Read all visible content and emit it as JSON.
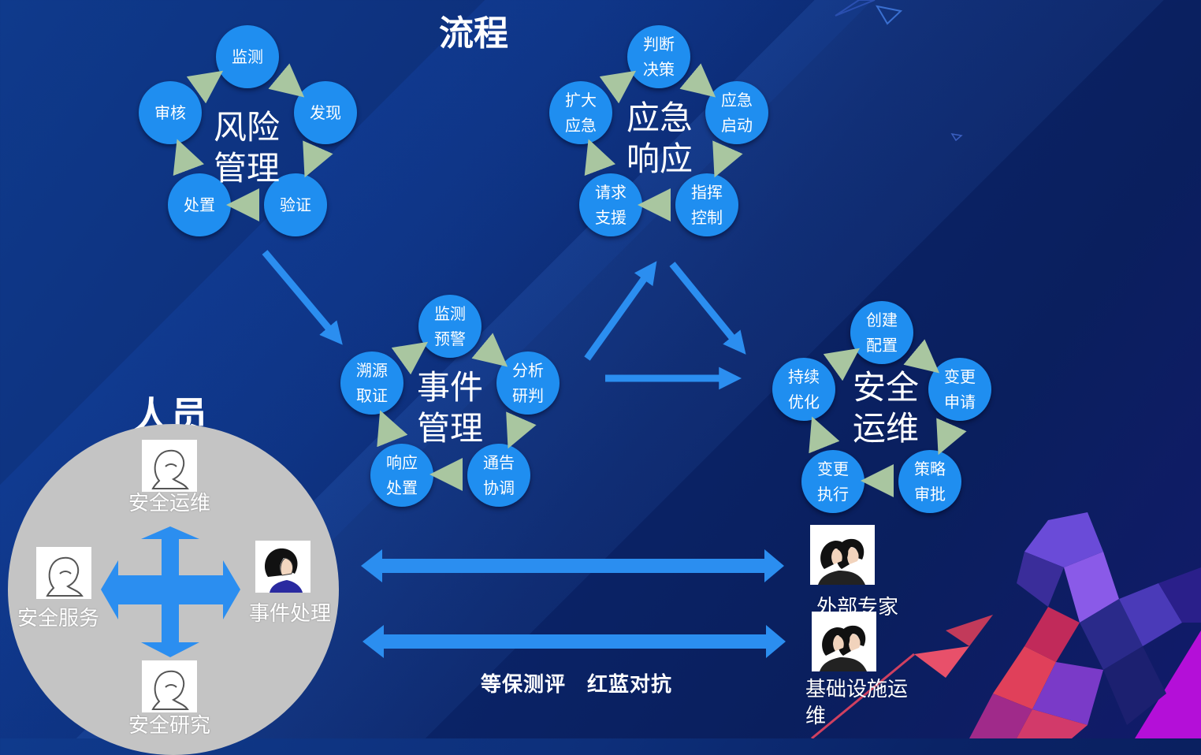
{
  "headings": {
    "process": "流程",
    "people": "人员"
  },
  "risk": {
    "center": "风险\n管理",
    "nodes": [
      "监测",
      "发现",
      "验证",
      "处置",
      "审核"
    ]
  },
  "emergency": {
    "center": "应急\n响应",
    "nodes": [
      "判断\n决策",
      "应急\n启动",
      "指挥\n控制",
      "请求\n支援",
      "扩大\n应急"
    ]
  },
  "event": {
    "center": "事件\n管理",
    "nodes": [
      "监测\n预警",
      "分析\n研判",
      "通告\n协调",
      "响应\n处置",
      "溯源\n取证"
    ]
  },
  "ops": {
    "center": "安全\n运维",
    "nodes": [
      "创建\n配置",
      "变更\n申请",
      "策略\n审批",
      "变更\n执行",
      "持续\n优化"
    ]
  },
  "people": {
    "roles": [
      "安全运维",
      "安全服务",
      "事件处理",
      "安全研究"
    ],
    "external": [
      "外部专家",
      "基础设施运\n维"
    ]
  },
  "bottom_caption": "等保测评　红蓝对抗",
  "colors": {
    "node": "#1f8ef0",
    "arrow": "#2b8ef0",
    "cycle_arrow": "#a9c6a0",
    "disc": "#c4c4c4"
  }
}
